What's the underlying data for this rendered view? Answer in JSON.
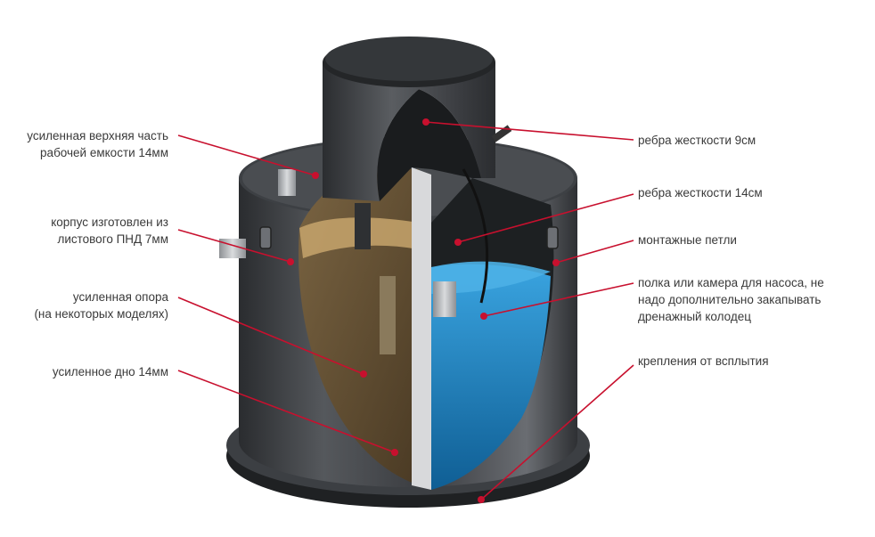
{
  "palette": {
    "tank_dark": "#2c2e31",
    "tank_mid": "#4a4d51",
    "tank_light": "#6d7075",
    "sludge": "#6b5638",
    "sludge_top": "#b89660",
    "water": "#1f86c4",
    "water_light": "#5fb6e6",
    "leader_line": "#c8102e"
  },
  "labels_left": [
    {
      "line1": "усиленная верхняя часть",
      "line2": "рабочей емкости 14мм"
    },
    {
      "line1": "корпус изготовлен из",
      "line2": "листового ПНД 7мм"
    },
    {
      "line1": "усиленная опора",
      "line2": "(на некоторых моделях)"
    },
    {
      "line1": "усиленное дно 14мм",
      "line2": ""
    }
  ],
  "labels_right": [
    {
      "line1": "ребра жесткости 9см",
      "line2": "",
      "line3": ""
    },
    {
      "line1": "ребра жесткости 14см",
      "line2": "",
      "line3": ""
    },
    {
      "line1": "монтажные петли",
      "line2": "",
      "line3": ""
    },
    {
      "line1": "полка или камера для насоса, не",
      "line2": "надо дополнительно закапывать",
      "line3": "дренажный колодец"
    },
    {
      "line1": "крепления от всплытия",
      "line2": "",
      "line3": ""
    }
  ]
}
